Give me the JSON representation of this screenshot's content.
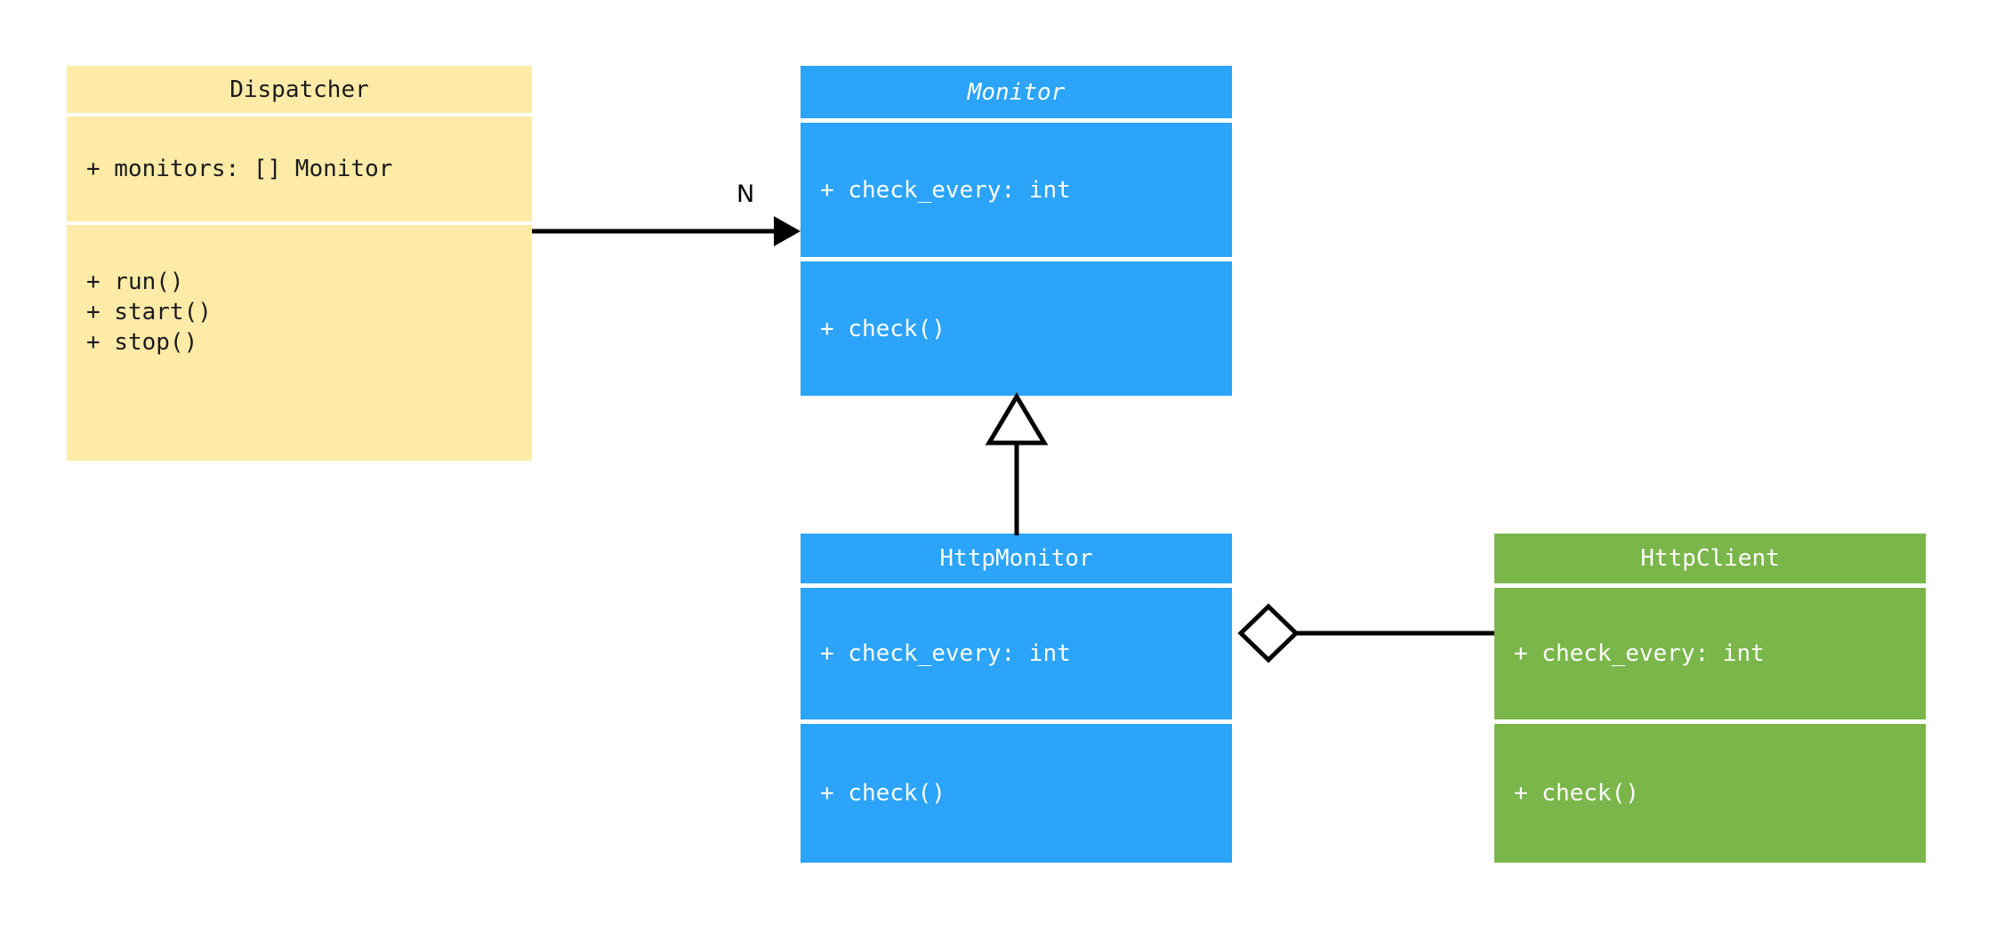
{
  "diagram": {
    "type": "uml-class-diagram",
    "background": "#ffffff",
    "classes": [
      {
        "id": "dispatcher",
        "name": "Dispatcher",
        "abstract": false,
        "color": "#ffeba8",
        "text_color": "#1a1a1a",
        "attributes": [
          "+ monitors: [] Monitor"
        ],
        "methods": [
          "+ run()",
          "+ start()",
          "+ stop()"
        ]
      },
      {
        "id": "monitor",
        "name": "Monitor",
        "abstract": true,
        "color": "#2ba4fa",
        "text_color": "#ffffff",
        "attributes": [
          "+ check_every: int"
        ],
        "methods": [
          "+ check()"
        ]
      },
      {
        "id": "http-monitor",
        "name": "HttpMonitor",
        "abstract": false,
        "color": "#2ba4fa",
        "text_color": "#ffffff",
        "attributes": [
          "+ check_every: int"
        ],
        "methods": [
          "+ check()"
        ]
      },
      {
        "id": "http-client",
        "name": "HttpClient",
        "abstract": false,
        "color": "#7ab64a",
        "text_color": "#ffffff",
        "attributes": [
          "+ check_every: int"
        ],
        "methods": [
          "+ check()"
        ]
      }
    ],
    "relations": [
      {
        "id": "dispatcher-monitor",
        "kind": "association",
        "from": "dispatcher",
        "to": "monitor",
        "label": "N",
        "arrow": "solid-arrow"
      },
      {
        "id": "httpmonitor-monitor",
        "kind": "inheritance",
        "from": "http-monitor",
        "to": "monitor",
        "label": "",
        "arrow": "hollow-triangle"
      },
      {
        "id": "httpmonitor-httpclient",
        "kind": "aggregation",
        "from": "http-monitor",
        "to": "http-client",
        "label": "",
        "arrow": "hollow-diamond"
      }
    ]
  }
}
